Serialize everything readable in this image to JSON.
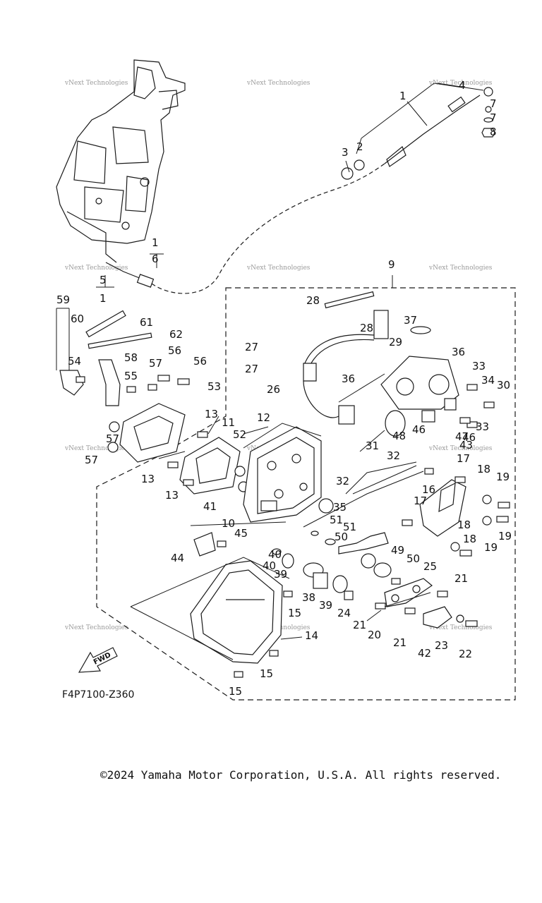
{
  "diagram": {
    "code": "F4P7100-Z360",
    "fwd_label": "FWD",
    "watermark": "vNext Technologies",
    "callouts": [
      {
        "n": "1"
      },
      {
        "n": "2"
      },
      {
        "n": "3"
      },
      {
        "n": "4"
      },
      {
        "n": "7"
      },
      {
        "n": "7"
      },
      {
        "n": "8"
      },
      {
        "n": "1"
      },
      {
        "n": "6"
      },
      {
        "n": "5"
      },
      {
        "n": "1"
      },
      {
        "n": "9"
      },
      {
        "n": "28"
      },
      {
        "n": "28"
      },
      {
        "n": "37"
      },
      {
        "n": "27"
      },
      {
        "n": "29"
      },
      {
        "n": "36"
      },
      {
        "n": "33"
      },
      {
        "n": "27"
      },
      {
        "n": "26"
      },
      {
        "n": "36"
      },
      {
        "n": "34"
      },
      {
        "n": "30"
      },
      {
        "n": "33"
      },
      {
        "n": "46"
      },
      {
        "n": "46"
      },
      {
        "n": "48"
      },
      {
        "n": "47"
      },
      {
        "n": "43"
      },
      {
        "n": "12"
      },
      {
        "n": "31"
      },
      {
        "n": "32"
      },
      {
        "n": "32"
      },
      {
        "n": "17"
      },
      {
        "n": "18"
      },
      {
        "n": "19"
      },
      {
        "n": "16"
      },
      {
        "n": "17"
      },
      {
        "n": "18"
      },
      {
        "n": "19"
      },
      {
        "n": "18"
      },
      {
        "n": "19"
      },
      {
        "n": "59"
      },
      {
        "n": "60"
      },
      {
        "n": "61"
      },
      {
        "n": "62"
      },
      {
        "n": "54"
      },
      {
        "n": "58"
      },
      {
        "n": "56"
      },
      {
        "n": "57"
      },
      {
        "n": "56"
      },
      {
        "n": "55"
      },
      {
        "n": "53"
      },
      {
        "n": "13"
      },
      {
        "n": "11"
      },
      {
        "n": "52"
      },
      {
        "n": "57"
      },
      {
        "n": "57"
      },
      {
        "n": "13"
      },
      {
        "n": "13"
      },
      {
        "n": "41"
      },
      {
        "n": "10"
      },
      {
        "n": "35"
      },
      {
        "n": "45"
      },
      {
        "n": "44"
      },
      {
        "n": "51"
      },
      {
        "n": "51"
      },
      {
        "n": "50"
      },
      {
        "n": "49"
      },
      {
        "n": "40"
      },
      {
        "n": "40"
      },
      {
        "n": "39"
      },
      {
        "n": "50"
      },
      {
        "n": "25"
      },
      {
        "n": "38"
      },
      {
        "n": "39"
      },
      {
        "n": "24"
      },
      {
        "n": "21"
      },
      {
        "n": "15"
      },
      {
        "n": "21"
      },
      {
        "n": "20"
      },
      {
        "n": "21"
      },
      {
        "n": "14"
      },
      {
        "n": "42"
      },
      {
        "n": "23"
      },
      {
        "n": "22"
      },
      {
        "n": "15"
      },
      {
        "n": "15"
      }
    ]
  },
  "footer": {
    "copyright": "©2024 Yamaha Motor Corporation, U.S.A. All rights reserved."
  }
}
